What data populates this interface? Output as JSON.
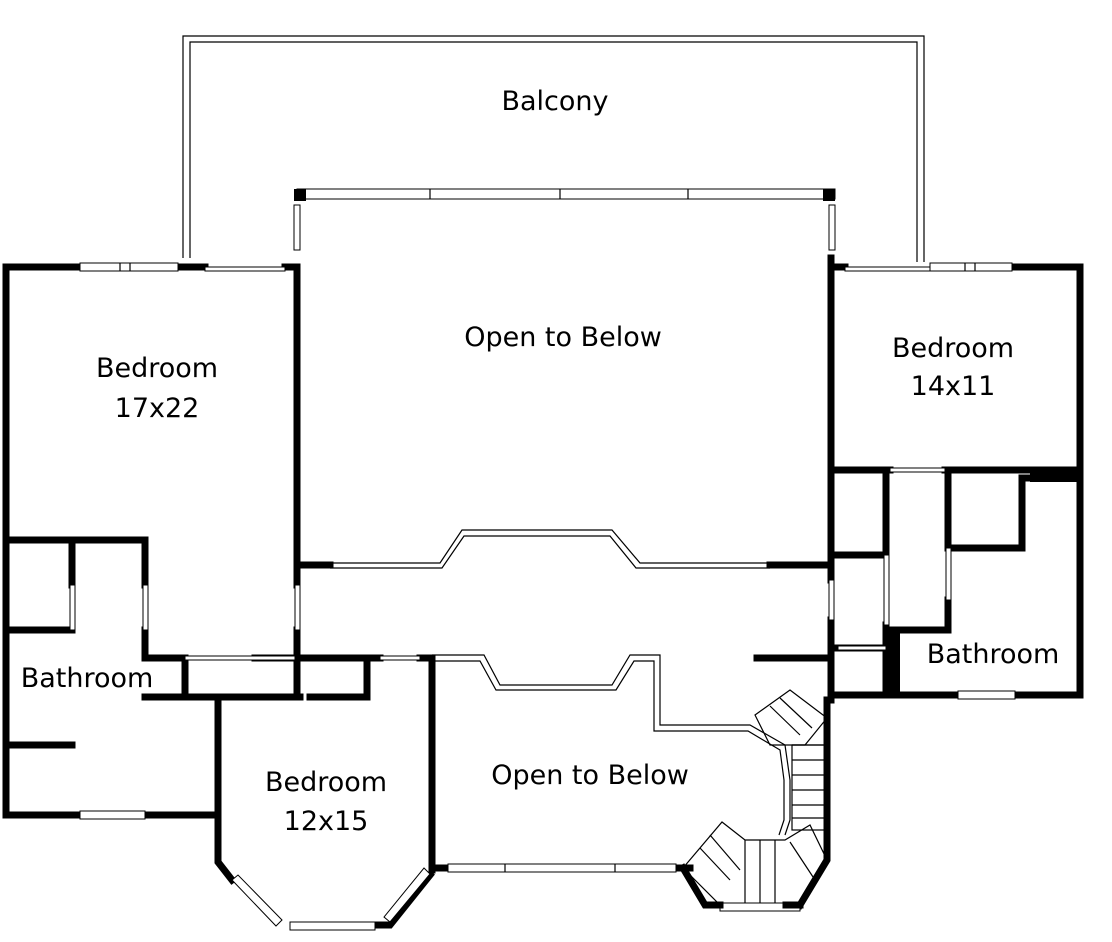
{
  "rooms": {
    "balcony": {
      "name": "Balcony"
    },
    "open_to_below_upper": {
      "name": "Open to Below"
    },
    "bedroom_left": {
      "name": "Bedroom",
      "size": "17x22"
    },
    "bedroom_right": {
      "name": "Bedroom",
      "size": "14x11"
    },
    "bathroom_left": {
      "name": "Bathroom"
    },
    "bathroom_right": {
      "name": "Bathroom"
    },
    "bedroom_bottom": {
      "name": "Bedroom",
      "size": "12x15"
    },
    "open_to_below_lower": {
      "name": "Open to Below"
    }
  }
}
